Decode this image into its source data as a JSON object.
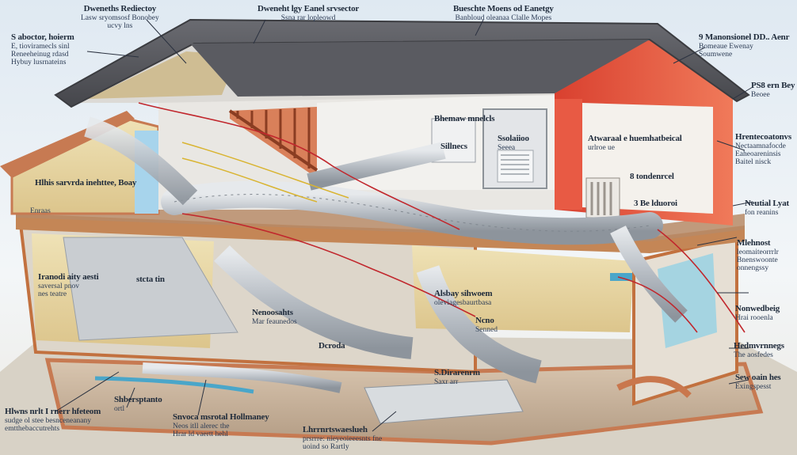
{
  "colors": {
    "roof": "#55565c",
    "wall_red": "#e2523f",
    "wall_cream": "#e9d9a8",
    "duct": "#b9bfc6",
    "insulation": "#a87a55",
    "floor_slab": "#c78a62",
    "sky": "#dfe9f2",
    "blue_duct": "#4aa6c9",
    "leader": "#2b3240"
  },
  "icons": [
    "house-cutaway-illustration",
    "duct-pipe",
    "furnace-unit",
    "radiator-unit",
    "staircase"
  ],
  "labels": [
    {
      "id": "top-left-1",
      "title": "Dweneths Rediectoy",
      "sub": "Lasw sryomsosf Bonobey",
      "sub2": "ucvy lns"
    },
    {
      "id": "top-center",
      "title": "Dweneht lgy Eanel srvsector",
      "sub": "Ssna rar lopleowd",
      "sub2": ""
    },
    {
      "id": "top-right",
      "title": "Bueschte Moens od Eanetgy",
      "sub": "Banbloud oleanaa Clalle Mopes",
      "sub2": ""
    },
    {
      "id": "left-1",
      "title": "S aboctor, hoierm",
      "sub": "E, tioviramecls sinl",
      "sub2": "Reneeheinug rdasd",
      "sub3": "Hybuy lusrnateins"
    },
    {
      "id": "right-1",
      "title": "9 Manonsionel DD.. Aenr",
      "sub": "Bomeaue Ewenay",
      "sub2": "Soumwene"
    },
    {
      "id": "right-2",
      "title": "PS8 ern Bey",
      "sub": "Beoee",
      "sub2": ""
    },
    {
      "id": "right-3",
      "title": "Hrentecoatonvs",
      "sub": "Nectaamnafocde",
      "sub2": "Eaheoareninsis",
      "sub3": "Baitel nisck"
    },
    {
      "id": "right-4",
      "title": "Neutial Lyat",
      "sub": "fon reanins",
      "sub2": ""
    },
    {
      "id": "right-5",
      "title": "Mlehnost",
      "sub": "leomaiteorrrlr",
      "sub2": "Bnenswoonte",
      "sub3": "onnengssy"
    },
    {
      "id": "right-6",
      "title": "Nonwedbeig",
      "sub": "Hrai rooenla",
      "sub2": ""
    },
    {
      "id": "right-7",
      "title": "Hedmvrnnegs",
      "sub": "The aosfedes",
      "sub2": ""
    },
    {
      "id": "right-8",
      "title": "Sew oain hes",
      "sub": "Exingspesst",
      "sub2": ""
    },
    {
      "id": "mid-attic-1",
      "title": "Bhemaw mnelcls",
      "sub": "",
      "sub2": ""
    },
    {
      "id": "mid-attic-2",
      "title": "Sillnecs",
      "sub": "",
      "sub2": ""
    },
    {
      "id": "mid-attic-3",
      "title": "Ssolaiioo",
      "sub": "Seeea",
      "sub2": ""
    },
    {
      "id": "mid-right-1",
      "title": "Atwaraal e huemhatbeical",
      "sub": "urlroe ue",
      "sub2": ""
    },
    {
      "id": "mid-right-2",
      "title": "8 tondenrcel",
      "sub": "",
      "sub2": ""
    },
    {
      "id": "mid-right-3",
      "title": "3 Be lduoroi",
      "sub": "",
      "sub2": ""
    },
    {
      "id": "wall-left",
      "title": "Hlhis sarvrda inehttee, Boay",
      "sub": "",
      "sub2": ""
    },
    {
      "id": "wall-left-small",
      "title": "Enraas",
      "sub": "",
      "sub2": ""
    },
    {
      "id": "lower-left-1",
      "title": "Iranodi aity aesti",
      "sub": "saversal pnov",
      "sub2": "nes teatre"
    },
    {
      "id": "lower-left-2",
      "title": "stcta tin",
      "sub": "",
      "sub2": ""
    },
    {
      "id": "basement-1",
      "title": "Nenoosahts",
      "sub": "Mar feaunedos",
      "sub2": ""
    },
    {
      "id": "basement-2",
      "title": "Alsbay sihwoem",
      "sub": "oleviagesbaurtbasa",
      "sub2": ""
    },
    {
      "id": "basement-3",
      "title": "Ncno",
      "sub": "Senned",
      "sub2": ""
    },
    {
      "id": "basement-4",
      "title": "Dcroda",
      "sub": "",
      "sub2": ""
    },
    {
      "id": "basement-5",
      "title": "S.Dirarenrm",
      "sub": "Saxr arr",
      "sub2": ""
    },
    {
      "id": "bottom-1",
      "title": "Hlwns nrlt I rnerr hfeteom",
      "sub": "sudge ol stee besnceneanany",
      "sub2": "emtthebaccutrehts"
    },
    {
      "id": "bottom-2",
      "title": "Shbersptanto",
      "sub": "ortl",
      "sub2": ""
    },
    {
      "id": "bottom-3",
      "title": "Snvoca msrotal Hollmaney",
      "sub": "Neos itll alerec the",
      "sub2": "Hrar ld vaertt hehl"
    },
    {
      "id": "bottom-4",
      "title": "Lhrrnrtswaeslueh",
      "sub": "prsrrre: nieyeoieeesnts fne",
      "sub2": "uoind so Rartly"
    }
  ]
}
